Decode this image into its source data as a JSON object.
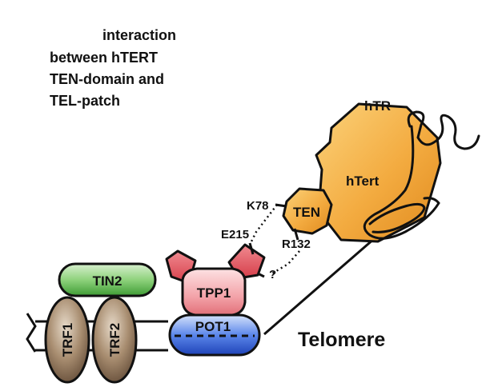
{
  "title": {
    "lines": [
      "interaction",
      "between hTERT",
      "TEN-domain and",
      "TEL-patch"
    ]
  },
  "labels": {
    "htr": "hTR",
    "htert": "hTert",
    "ten": "TEN",
    "k78": "K78",
    "e215": "E215",
    "r132": "R132",
    "question": "?",
    "tin2": "TIN2",
    "tpp1": "TPP1",
    "pot1": "POT1",
    "trf1": "TRF1",
    "trf2": "TRF2",
    "telomere": "Telomere"
  },
  "colors": {
    "htert": "#f0a63a",
    "tin2": "#5bb84c",
    "tpp1": "#e0505a",
    "pot1": "#2f63d8",
    "trf": "#8a7055"
  }
}
